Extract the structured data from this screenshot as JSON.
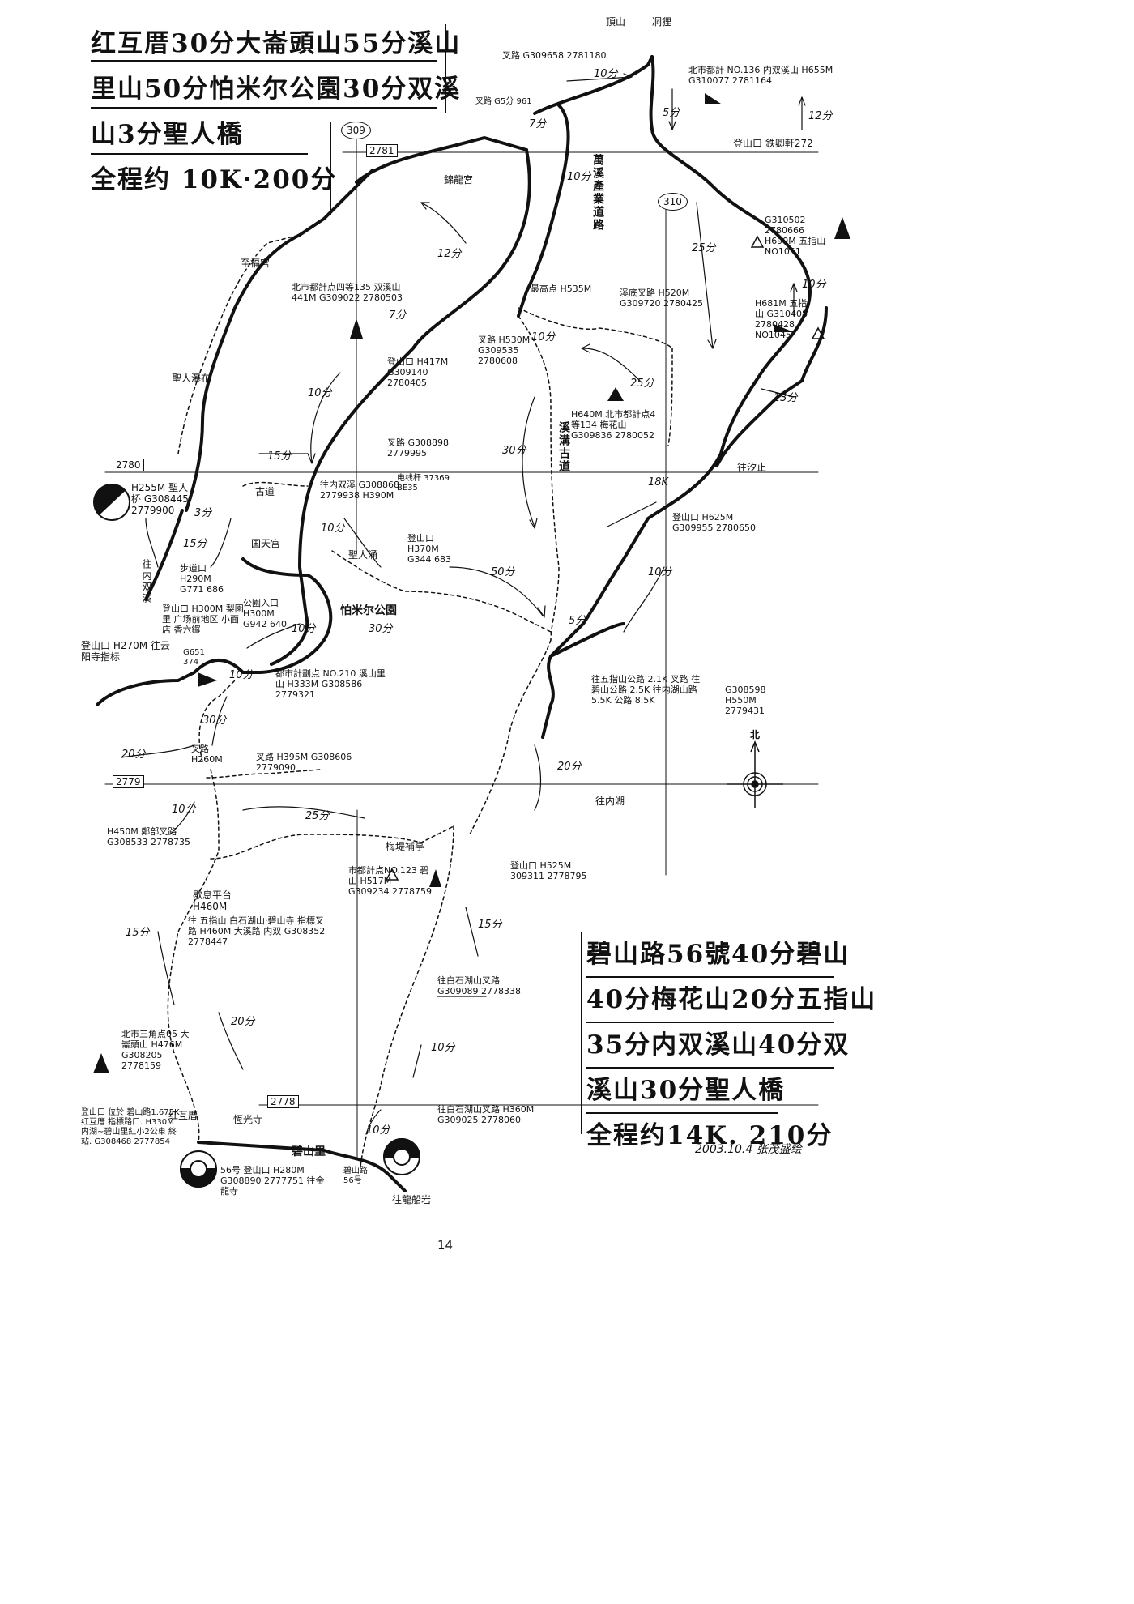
{
  "route1": {
    "lines": [
      "红互厝30分大崙頭山55分溪山",
      "里山50分怕米尔公園30分双溪",
      "山3分聖人橋",
      "全程约 10K·200分"
    ]
  },
  "route2": {
    "lines": [
      "碧山路56號40分碧山",
      "40分梅花山20分五指山",
      "35分内双溪山40分双",
      "溪山30分聖人橋",
      "全程约14K. 210分"
    ]
  },
  "grid_labels": [
    "309",
    "2781",
    "310",
    "2780",
    "2779",
    "2778"
  ],
  "north_label": "北",
  "credit": "2003.10.4 张茂盛绘",
  "page_number": "14",
  "colors": {
    "ink": "#111111",
    "paper": "#ffffff"
  },
  "icons": [
    "triangle-peak-icon",
    "north-arrow-icon",
    "half-circle-marker-icon",
    "temple-icon",
    "bus-stop-icon"
  ],
  "places": {
    "dingshan": "頂山",
    "toli": "㓊狸",
    "fork_top": "叉路 G309658 2781180",
    "fork_g": "叉路 G5分 961",
    "nei_shuangxi": "北市都計 NO.136 内双溪山 H655M G310077 2781164",
    "dengshankou_tie": "登山口 鉄卿軒272",
    "jinbao": "錦龍宮",
    "wanxi": "萬溪產業道路",
    "zhifu": "至福宫",
    "shuangxishan": "北市都計点四等135 双溪山441M G309022 2780503",
    "shengren_fall": "聖人瀑布",
    "dengshankou_417": "登山口 H417M G309140 2780405",
    "zuigaodian": "最高点 H535M",
    "xidi_fork": "溪底叉路 H520M G309720 2780425",
    "fork_530": "叉路 H530M G309535 2780608",
    "wuzhishan_699": "G310502 2780666 H699M 五指山 NO1051",
    "wuzhishan_681": "H681M 五指山 G310408 2780428 NO1045",
    "meihuashan": "H640M 北市都計点4等134 梅花山 G309836 2780052",
    "fork_308898": "叉路 G308898 2779995",
    "wang_shuangxi": "往内双溪 G308868 2779938 H390M",
    "dianxian": "电线杆 37369 BE35",
    "xigu": "溪溝古道",
    "gudao": "古道",
    "shengrenqiao": "H255M 聖人桥 G308445 2779900",
    "dengshankou_370": "登山口 H370M G344 683",
    "dengshankou_625": "登山口 H625M G309955 2780650",
    "guotian": "国天宫",
    "buddhao": "步道口 H290M G771 686",
    "shengren_yong": "聖人涌",
    "pamier": "怕米尔公園",
    "gongyuan": "公園入口 H300M G942 640",
    "dengshankou_300": "登山口 H300M 梨園里 广场前地区 小面店 香六鑼",
    "dengshankou_270": "登山口 H270M 往云阳寺指标",
    "xishanli": "都市計劃点 NO.210 溪山里山 H333M G308586 2779321",
    "g651": "G651 374",
    "fork_wuzhi": "往五指山公路 2.1K 叉路 往碧山公路 2.5K 往内湖山路 5.5K 公路 8.5K",
    "fork_308598": "G308598 H550M 2779431",
    "wang_neihu_top": "往内湖",
    "wang_xizhi": "往汐止",
    "fork_260": "叉路 H260M",
    "fork_395": "叉路 H395M G308606 2779090",
    "neigouxi": "往内双溪",
    "fork_450": "H450M 鄭部叉路 G308533 2778735",
    "meiti": "梅堤補亭",
    "bishan": "市都計点NO.123 碧山 H517M G309234 2778759",
    "dengshankou_525": "登山口 H525M 309311 2778795",
    "xieliao": "歇息平台 H460M",
    "wuzhi_fork": "往 五指山 白石湖山·碧山寺 指標叉路 H460M 大溪路 内双 G308352 2778447",
    "baishi_fork": "往白石湖山叉路 G309089 2778338",
    "dalun": "北市三角点05 大崙頭山 H476M G308205 2778159",
    "baishi_360": "往白石湖山叉路 H360M G309025 2778060",
    "hongwu": "红互厝",
    "hengguang": "恆光寺",
    "bishanli": "碧山里",
    "dengshankou_bottom": "登山口 位於 碧山路1.675K 红互厝 指標路口. H330M 内湖~碧山里紅小2公車 終站. G308468 2777854",
    "dengshankou_280": "56号 登山口 H280M G308890 2777751 往金龍寺",
    "bishan_road": "碧山路 56号",
    "jinlong": "往龍船岩"
  },
  "times": [
    "10分",
    "7分",
    "5分",
    "12分",
    "10分",
    "12分",
    "25分",
    "10分",
    "7分",
    "10分",
    "25分",
    "10分",
    "13分",
    "15分",
    "30分",
    "10分",
    "3分",
    "15分",
    "50分",
    "30分",
    "10分",
    "10分",
    "5分",
    "10分",
    "30分",
    "20分",
    "20分",
    "10分",
    "25分",
    "15分",
    "15分",
    "10分",
    "20分",
    "10分",
    "18K"
  ]
}
